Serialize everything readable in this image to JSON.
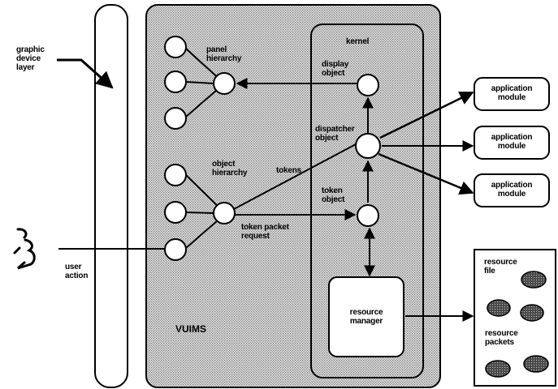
{
  "labels": {
    "graphic_device_layer": "graphic\ndevice\nlayer",
    "panel_hierarchy": "panel\nhierarchy",
    "object_hierarchy": "object\nhierarchy",
    "kernel": "kernel",
    "display_object": "display\nobject",
    "dispatcher_object": "dispatcher\nobject",
    "tokens": "tokens",
    "token_object": "token\nobject",
    "token_packet_request": "token packet\nrequest",
    "user_action": "user\naction",
    "resource_manager": "resource\nmanager",
    "vuims": "VUIMS",
    "resource_file": "resource\nfile",
    "resource_packets": "resource\npackets"
  },
  "application_modules": [
    "application\nmodule",
    "application\nmodule",
    "application\nmodule"
  ],
  "colors": {
    "ink": "#000000",
    "stipple_dark": "#9a9a9a",
    "stipple_light": "#e6e6e6",
    "resource_blob": "#6b6b6b"
  }
}
